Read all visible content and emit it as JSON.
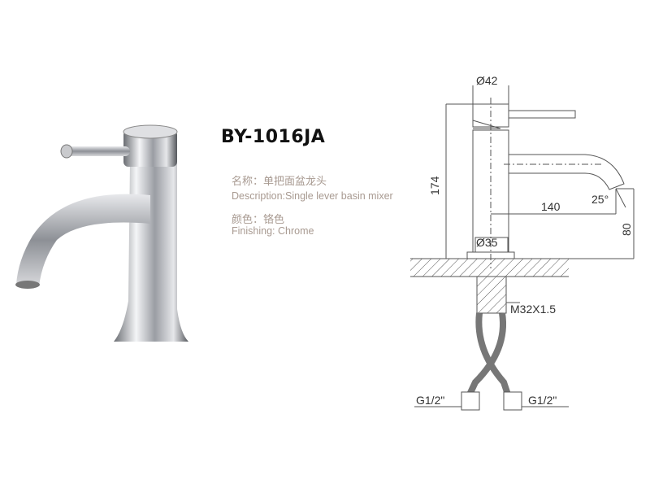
{
  "product": {
    "model": "BY-1016JA",
    "name_cn": "名称：单把面盆龙头",
    "description": "Description:Single lever basin mixer",
    "color_cn": "颜色：铬色",
    "finishing": "Finishing: Chrome"
  },
  "drawing": {
    "top_diameter": "Ø42",
    "height": "174",
    "reach": "140",
    "angle": "25°",
    "spout_height": "80",
    "base_diameter": "Ø35",
    "thread": "M32X1.5",
    "hose_left": "G1/2\"",
    "hose_right": "G1/2\""
  },
  "colors": {
    "text_light": "#a89a91",
    "line": "#555555"
  }
}
